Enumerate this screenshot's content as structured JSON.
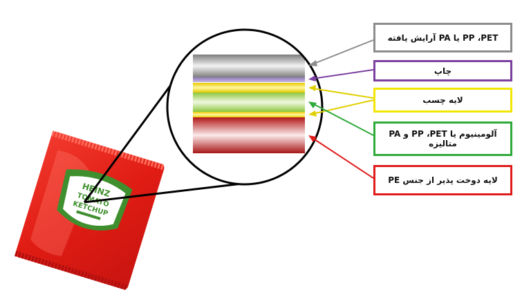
{
  "diagram": {
    "sachet": {
      "brand": "HEINZ",
      "product_line1": "TOMATO",
      "product_line2": "KETCHUP",
      "colors": {
        "sachet": "#e8231c",
        "label_green": "#3f8f2e",
        "label_white": "#ffffff"
      }
    },
    "layers": [
      {
        "label": "PP ،PET یا PA آرایش یافته",
        "color": "#8c8c8c"
      },
      {
        "label": "چاپ",
        "color": "#7b3fa0"
      },
      {
        "label": "لایه چسب",
        "color": "#f2e600"
      },
      {
        "label": "آلومینیوم یا PP ،PET و PA متالیزه",
        "color": "#2eaa3a"
      },
      {
        "label": "لایه دوخت پذیر از جنس PE",
        "color": "#e01b1b"
      }
    ]
  }
}
